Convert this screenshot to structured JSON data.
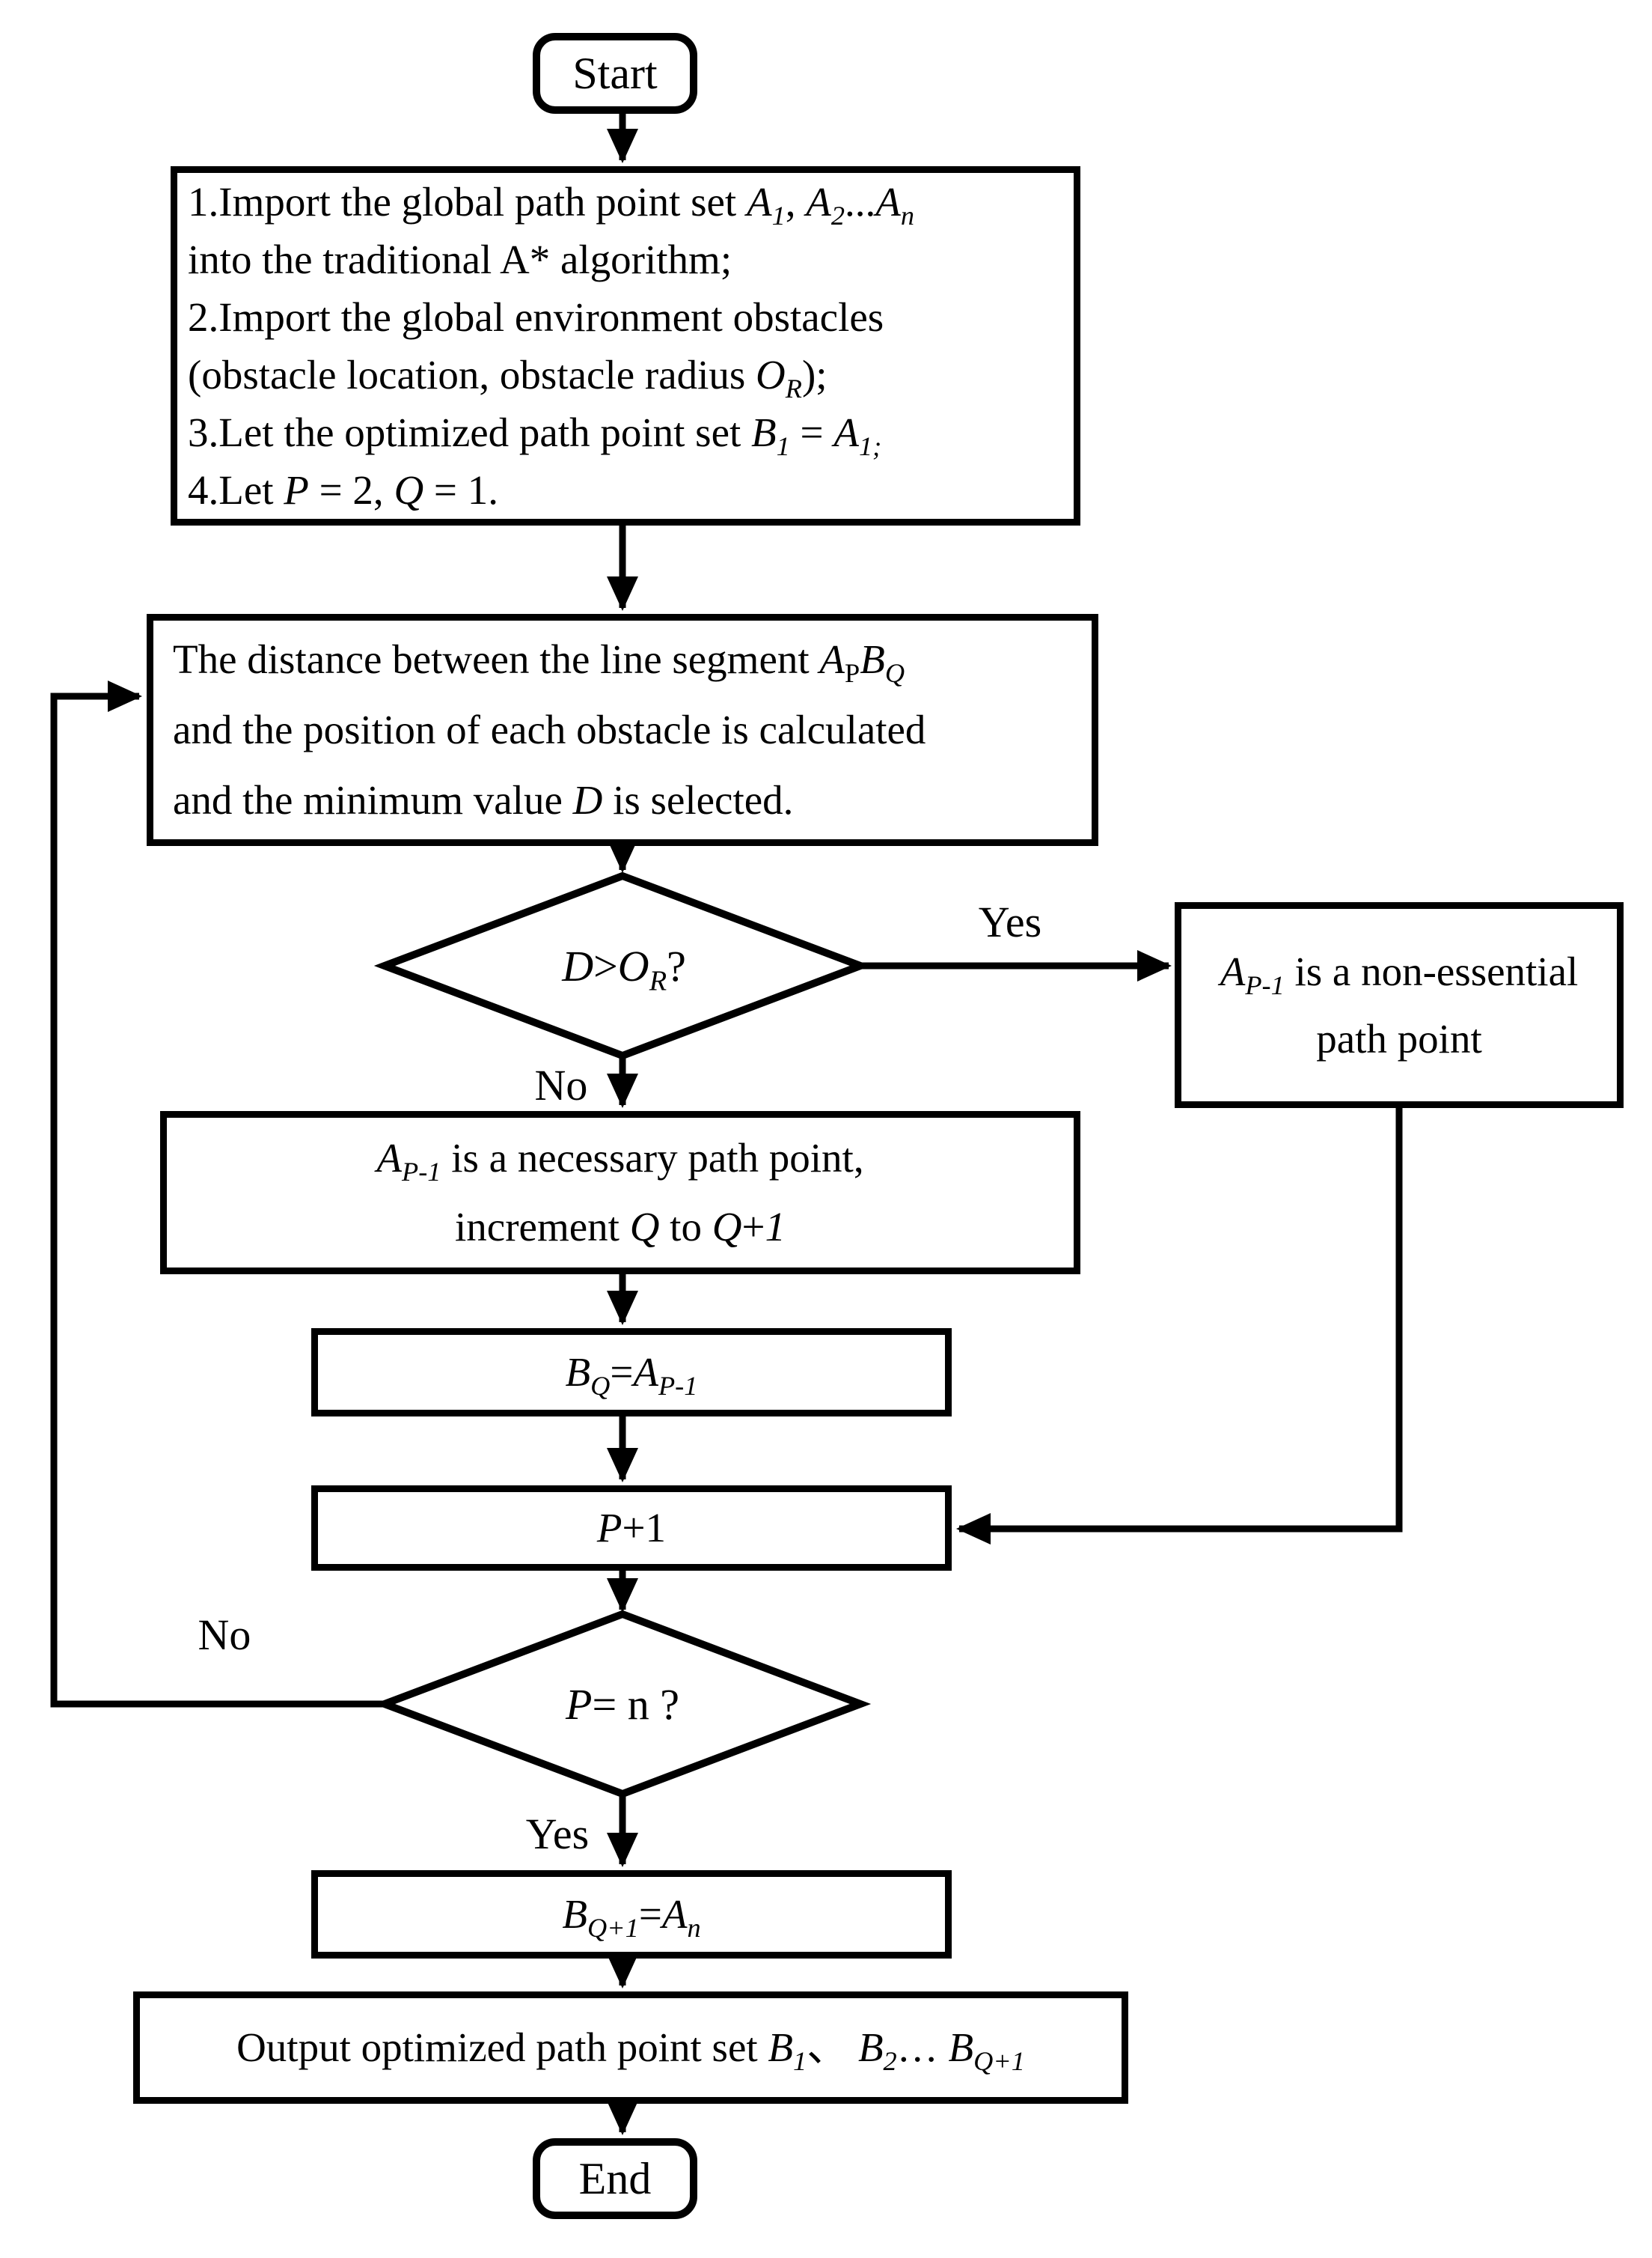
{
  "colors": {
    "line": "#000000",
    "background": "#ffffff"
  },
  "nodes": {
    "start": {
      "label": "Start"
    },
    "init": {
      "lines": [
        "1.Import the global path point set <i>A<sub>1</sub></i>, <i>A<sub>2</sub></i>...<i>A<sub>n</sub></i>",
        "into the traditional A* algorithm;",
        "2.Import the global environment obstacles",
        "(obstacle location, obstacle radius <i>O<sub>R</sub></i>);",
        "3.Let the optimized path point set <i>B<sub>1</sub></i> = <i>A<sub>1;</sub></i>",
        "4.Let <i>P</i> = 2, <i>Q</i> = 1."
      ]
    },
    "distance": {
      "lines": [
        "The distance between the line segment <i>A</i><sub>P</sub><i>B<sub>Q</sub></i>",
        "and the position of each obstacle is calculated",
        "and the minimum value <i>D</i> is selected."
      ]
    },
    "decision_d": {
      "label": "<i>D</i>> <i>O<sub>R</sub></i> ?"
    },
    "non_essential": {
      "lines": [
        "<i>A<sub>P-1</sub></i> is a non-essential",
        "path point"
      ]
    },
    "necessary": {
      "lines": [
        "<i>A<sub>P-1</sub></i> is a necessary path point,",
        "increment <i>Q</i> to <i>Q</i>+<i>1</i>"
      ]
    },
    "assign_bq": {
      "label": "<i>B<sub>Q</sub></i>=<i>A<sub>P-1</sub></i>"
    },
    "increment_p": {
      "label": "<i>P</i>+1"
    },
    "decision_p": {
      "label": "<i>P</i>= n ?"
    },
    "assign_bq1": {
      "label": "<i>B<sub>Q+1</sub></i>=<i>A<sub>n</sub></i>"
    },
    "output": {
      "label": "Output optimized path point set <i>B<sub>1</sub></i>、 <i>B<sub>2</sub></i>… <i>B<sub>Q+1</sub></i>"
    },
    "end": {
      "label": "End"
    }
  },
  "edge_labels": {
    "yes_d": "Yes",
    "no_d": "No",
    "yes_p": "Yes",
    "no_p": "No"
  }
}
